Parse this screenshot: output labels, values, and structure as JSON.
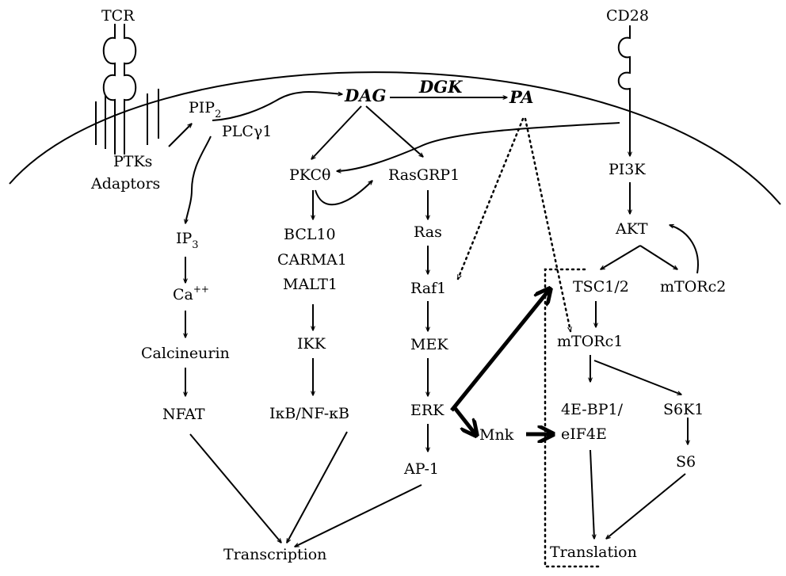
{
  "receptors": {
    "tcr": "TCR",
    "cd28": "CD28"
  },
  "membrane": {
    "pip2": "PIP",
    "pip2_sub": "2",
    "plc": "PLCγ1",
    "ptks": "PTKs",
    "adaptors": "Adaptors"
  },
  "lipids": {
    "dag": "DAG",
    "dgk": "DGK",
    "pa": "PA"
  },
  "calcium_branch": {
    "ip3": "IP",
    "ip3_sub": "3",
    "ca": "Ca",
    "ca_sup": "++",
    "calcineurin": "Calcineurin",
    "nfat": "NFAT"
  },
  "nfkb_branch": {
    "pkc": "PKCθ",
    "bcl10": "BCL10",
    "carma1": "CARMA1",
    "malt1": "MALT1",
    "ikk": "IKK",
    "ikb": "IκB/NF-κB"
  },
  "ras_branch": {
    "rasgrp1": "RasGRP1",
    "ras": "Ras",
    "raf1": "Raf1",
    "mek": "MEK",
    "erk": "ERK",
    "ap1": "AP-1",
    "mnk": "Mnk"
  },
  "pi3k_branch": {
    "pi3k": "PI3K",
    "akt": "AKT",
    "tsc": "TSC1/2",
    "mtorc2": "mTORc2",
    "mtorc1": "mTORc1",
    "eb1_line1": "4E-BP1/",
    "eb1_line2": "eIF4E",
    "s6k1": "S6K1",
    "s6": "S6"
  },
  "outputs": {
    "transcription": "Transcription",
    "translation": "Translation"
  }
}
